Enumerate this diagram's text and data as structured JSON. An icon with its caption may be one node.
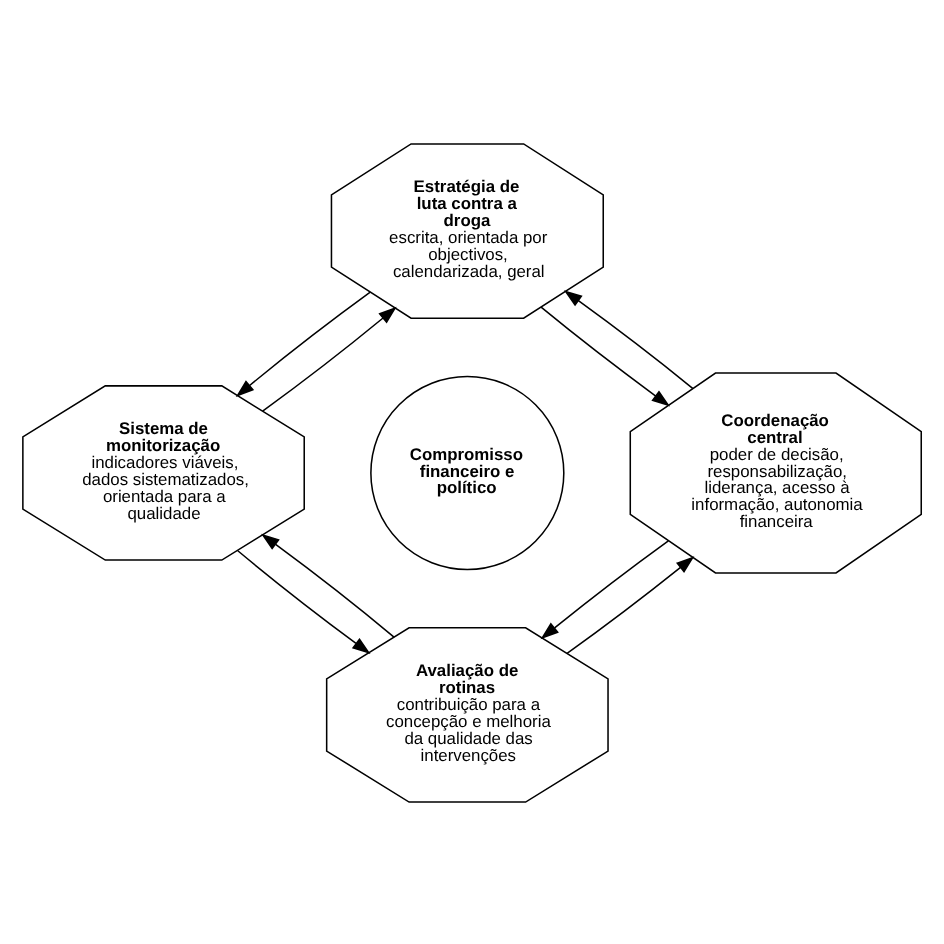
{
  "diagram": {
    "nodes": [
      {
        "text": [
          "Estratégia de luta contra a droga",
          "escrita, orientada por objectivos, calendarizada, geral"
        ]
      },
      {
        "text": [
          "Sistema de monitorização",
          "indicadores viáveis, dados sistematizados, orientada para a qualidade"
        ]
      },
      {
        "text": [
          "Compromisso financeiro e político"
        ]
      },
      {
        "text": [
          "Coordenação central",
          "poder de decisão, responsabilização, liderança, acesso à informação, autonomia financeira"
        ]
      },
      {
        "text": [
          "Avaliação de rotinas",
          "contribuição para a concepção e melhoria da qualidade das intervenções"
        ]
      }
    ],
    "edges": [
      {
        "from": 1,
        "to": 0,
        "arrow": "to"
      },
      {
        "from": 0,
        "to": 1,
        "arrow": "to"
      },
      {
        "from": 0,
        "to": 3,
        "arrow": "to"
      },
      {
        "from": 3,
        "to": 0,
        "arrow": "to"
      },
      {
        "from": 4,
        "to": 1,
        "arrow": "to"
      },
      {
        "from": 1,
        "to": 4,
        "arrow": "to"
      },
      {
        "from": 3,
        "to": 4,
        "arrow": "to"
      },
      {
        "from": 4,
        "to": 3,
        "arrow": "to"
      }
    ]
  }
}
